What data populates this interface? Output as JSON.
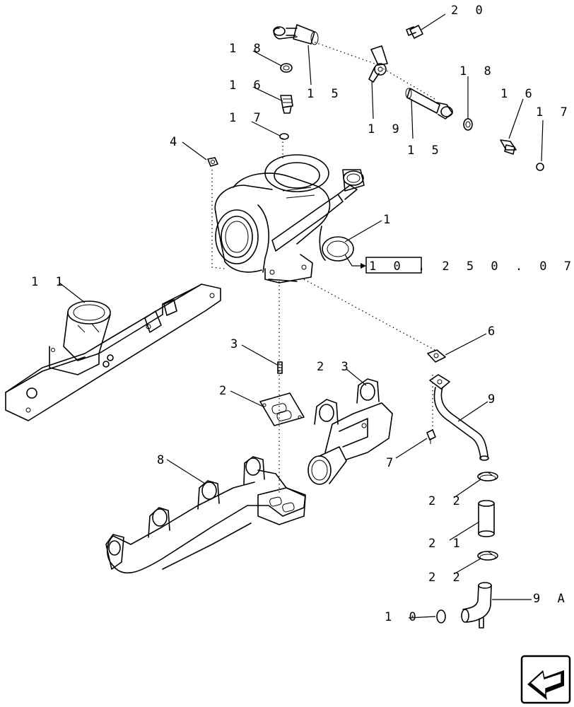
{
  "callouts": {
    "c1": "1",
    "c2": "2",
    "c3": "3",
    "c4": "4",
    "c6": "6",
    "c7": "7",
    "c8": "8",
    "c9": "9",
    "c9a": "9 A",
    "c10": "1 0",
    "c11": "1 1",
    "c15a": "1 5",
    "c15b": "1 5",
    "c16a": "1 6",
    "c16b": "1 6",
    "c17a": "1 7",
    "c17b": "1 7",
    "c18a": "1 8",
    "c18b": "1 8",
    "c19": "1 9",
    "c20": "2 0",
    "c21": "2 1",
    "c22a": "2 2",
    "c22b": "2 2",
    "c23": "2 3"
  },
  "reference_box": "1 0 . 2 5 0 . 0 7",
  "nav_icon": "next-page-arrow-icon"
}
